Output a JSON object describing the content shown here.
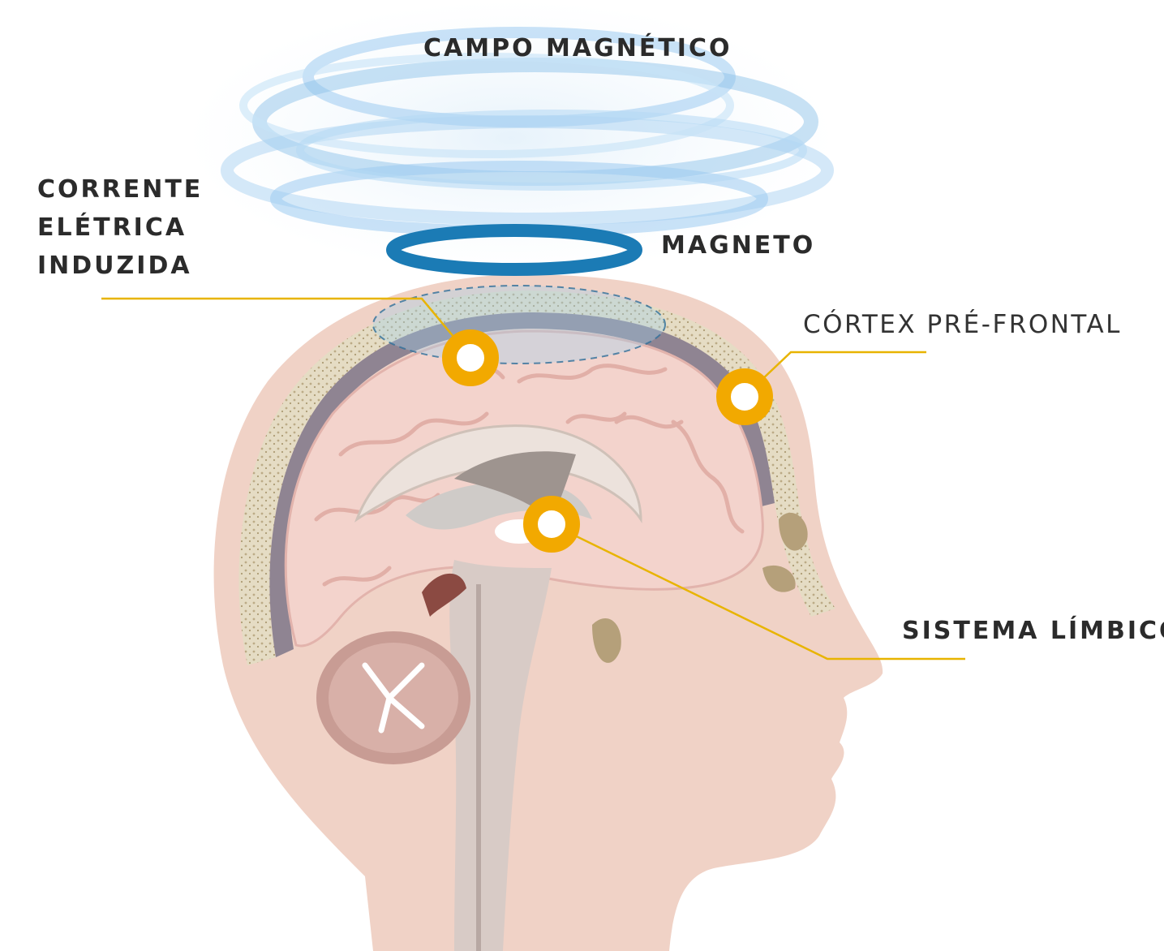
{
  "labels": {
    "campo": "CAMPO MAGNÉTICO",
    "corrente_line1": "CORRENTE",
    "corrente_line2": "ELÉTRICA",
    "corrente_line3": "INDUZIDA",
    "magneto": "MAGNETO",
    "cortex": "CÓRTEX PRÉ-FRONTAL",
    "limbico": "SISTEMA LÍMBICO"
  },
  "colors": {
    "marker": "#f2a900",
    "leader_line": "#e8b400",
    "magnet_ring": "#1b7bb5",
    "field": "#8fc3ea",
    "skin": "#f1d3c8",
    "brain": "#f4d6d0",
    "bone": "#d9cdb0"
  },
  "icons": {
    "marker": "ring-marker-icon",
    "magnet": "magnet-ring-icon"
  }
}
